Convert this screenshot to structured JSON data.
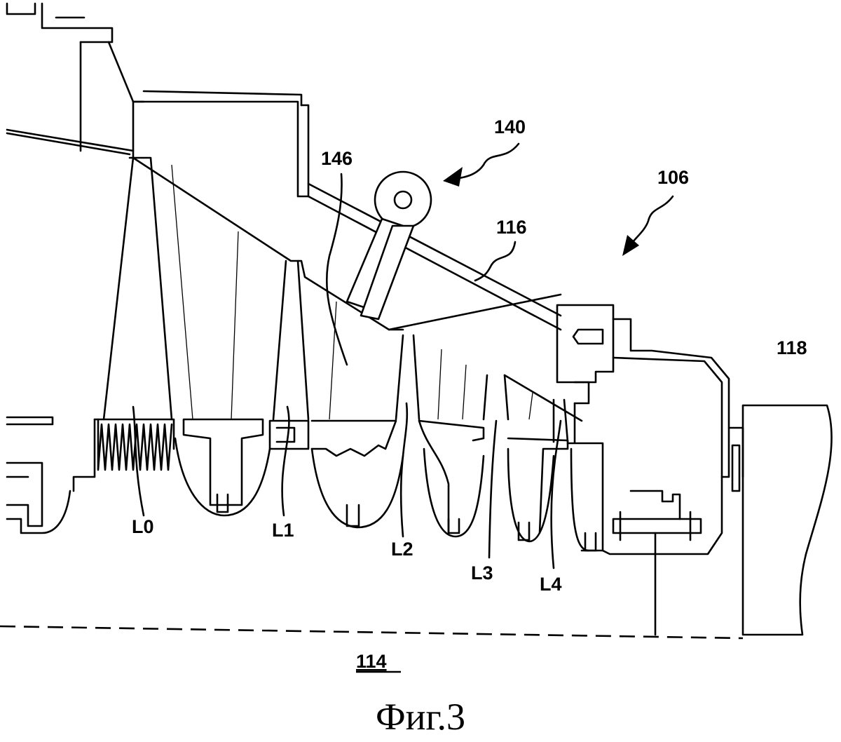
{
  "figure": {
    "caption": "Фиг.3",
    "labels": {
      "ref_140": "140",
      "ref_146": "146",
      "ref_106": "106",
      "ref_116": "116",
      "ref_118": "118",
      "ref_114": "114",
      "stage_l0": "L0",
      "stage_l1": "L1",
      "stage_l2": "L2",
      "stage_l3": "L3",
      "stage_l4": "L4"
    }
  }
}
